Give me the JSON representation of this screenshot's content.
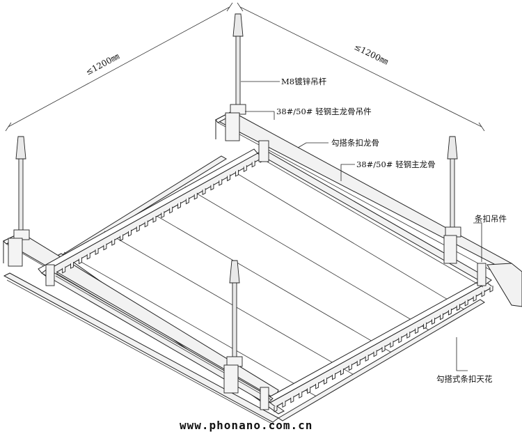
{
  "dimensions": {
    "left": "≤1200㎜",
    "right": "≤1200㎜"
  },
  "labels": {
    "rod": "M8镀锌吊杆",
    "main_hanger": "38#/50# 轻钢主龙骨吊件",
    "hook_keel": "勾搭条扣龙骨",
    "main_keel": "38#/50# 轻钢主龙骨",
    "strip_hanger": "条扣吊件",
    "ceiling": "勾搭式条扣天花"
  },
  "website": "www.phonano.com.cn"
}
